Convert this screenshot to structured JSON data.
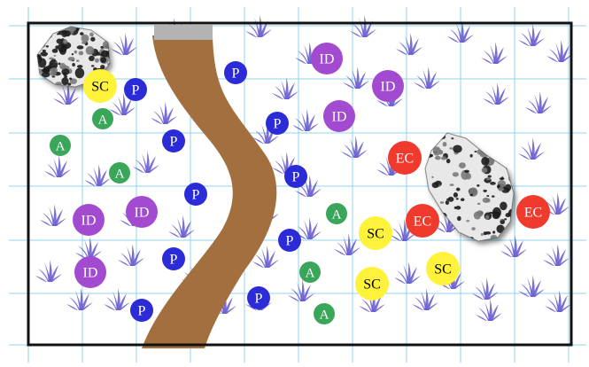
{
  "diagram": {
    "colors": {
      "grid": "#8fd3f0",
      "border": "#111111",
      "path": "#a46f3e",
      "path_cap": "#b3b3b3",
      "grass": "#6a5fd0",
      "rock_light": "#e8e8e8",
      "rock_dark": "#1c1c1c"
    },
    "marker_types": {
      "P": {
        "label": "P",
        "color": "#2b2bd8",
        "text_color": "#ffffff"
      },
      "A": {
        "label": "A",
        "color": "#3aa65a",
        "text_color": "#ffffff"
      },
      "ID": {
        "label": "ID",
        "color": "#a24ad0",
        "text_color": "#ffffff"
      },
      "SC": {
        "label": "SC",
        "color": "#fff23a",
        "text_color": "#000000"
      },
      "EC": {
        "label": "EC",
        "color": "#f03a2e",
        "text_color": "#ffffff"
      }
    },
    "markers": [
      {
        "type": "SC"
      },
      {
        "type": "P"
      },
      {
        "type": "A"
      },
      {
        "type": "A"
      },
      {
        "type": "P"
      },
      {
        "type": "A"
      },
      {
        "type": "P"
      },
      {
        "type": "ID"
      },
      {
        "type": "ID"
      },
      {
        "type": "P"
      },
      {
        "type": "ID"
      },
      {
        "type": "P"
      },
      {
        "type": "P"
      },
      {
        "type": "P"
      },
      {
        "type": "P"
      },
      {
        "type": "P"
      },
      {
        "type": "P"
      },
      {
        "type": "ID"
      },
      {
        "type": "ID"
      },
      {
        "type": "ID"
      },
      {
        "type": "A"
      },
      {
        "type": "A"
      },
      {
        "type": "A"
      },
      {
        "type": "SC"
      },
      {
        "type": "SC"
      },
      {
        "type": "SC"
      },
      {
        "type": "EC"
      },
      {
        "type": "EC"
      },
      {
        "type": "EC"
      }
    ]
  }
}
